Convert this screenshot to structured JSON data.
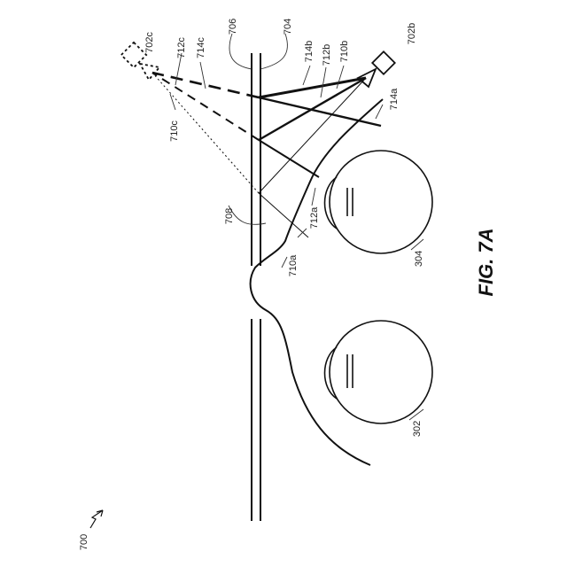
{
  "figure": {
    "caption": "FIG. 7A",
    "labels": {
      "fig_number": "700",
      "cam_c": "702c",
      "cam_b": "702b",
      "line_706": "706",
      "line_704": "704",
      "ray_712c": "712c",
      "ray_714c": "714c",
      "ray_714b": "714b",
      "ray_712b": "712b",
      "ray_710b": "710b",
      "ray_714a": "714a",
      "ray_710c": "710c",
      "point_708": "708",
      "ray_712a": "712a",
      "ray_710a": "710a",
      "eye_304": "304",
      "eye_302": "302"
    }
  }
}
